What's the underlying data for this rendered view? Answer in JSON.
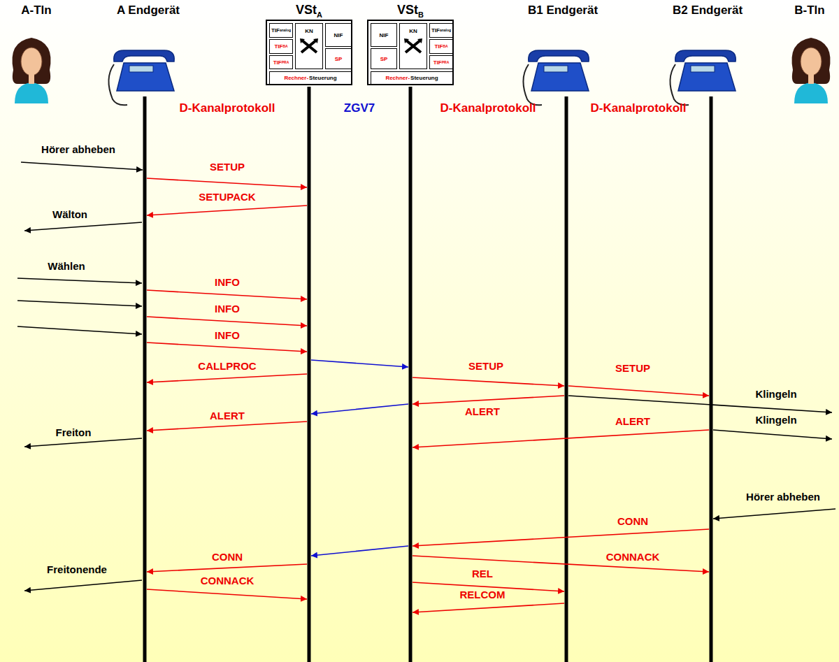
{
  "diagram": {
    "nodes": [
      {
        "text": [
          "VSt",
          "A"
        ]
      },
      {
        "text": [
          "TIF",
          "analog"
        ],
        "in": 0
      },
      {
        "text": [
          "KN"
        ],
        "in": 0
      },
      {
        "text": [
          "NIF"
        ],
        "in": 0
      },
      {
        "text": [
          "TIF",
          "BA"
        ],
        "in": 0
      },
      {
        "text": [
          "SP"
        ],
        "in": 0
      },
      {
        "text": [
          "TIF",
          "PRA"
        ],
        "in": 0
      },
      {
        "text": [
          "Rechner-",
          "Steuerung"
        ],
        "in": 0
      },
      {
        "text": [
          "VSt",
          "B"
        ]
      },
      {
        "text": [
          "NIF"
        ],
        "in": 8
      },
      {
        "text": [
          "KN"
        ],
        "in": 8
      },
      {
        "text": [
          "TIF",
          "analog"
        ],
        "in": 8
      },
      {
        "text": [
          "SP"
        ],
        "in": 8
      },
      {
        "text": [
          "TIF",
          "BA"
        ],
        "in": 8
      },
      {
        "text": [
          "TIF",
          "PRA"
        ],
        "in": 8
      },
      {
        "text": [
          "Rechner-",
          "Steuerung"
        ],
        "in": 8
      }
    ],
    "labels": [
      "A-Tln",
      "A Endgerät",
      "B1 Endgerät",
      "B2 Endgerät",
      "B-Tln",
      "D-Kanalprotokoll",
      "ZGV7",
      "D-Kanalprotokoll",
      "D-Kanalprotokoll",
      "Hörer abheben",
      "SETUP",
      "SETUPACK",
      "Wälton",
      "Wählen",
      "INFO",
      "INFO",
      "INFO",
      "CALLPROC",
      "SETUP",
      "SETUP",
      "Klingeln",
      "ALERT",
      "ALERT",
      "Freiton",
      "ALERT",
      "Klingeln",
      "Hörer abheben",
      "CONN",
      "CONN",
      "CONNACK",
      "Freitonende",
      "CONNACK",
      "REL",
      "RELCOM"
    ]
  }
}
